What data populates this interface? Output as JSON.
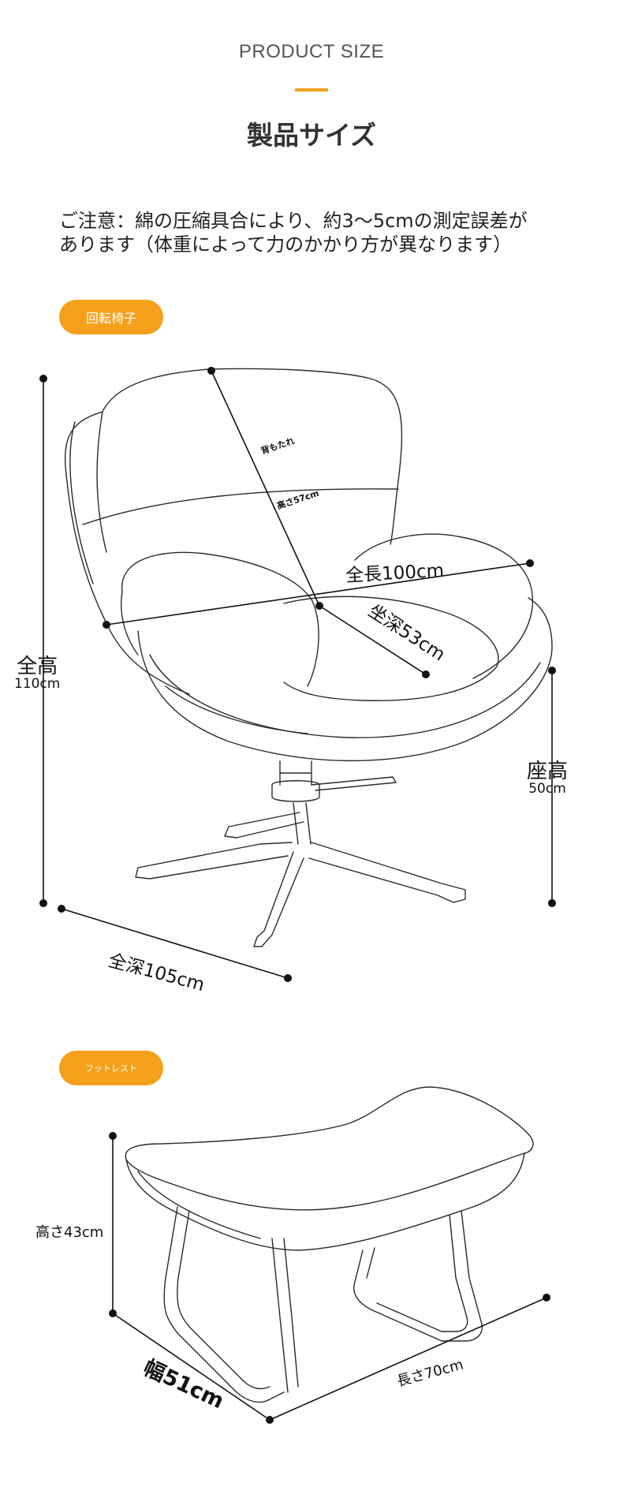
{
  "header": {
    "title_en": "PRODUCT SIZE",
    "title_jp": "製品サイズ"
  },
  "notice": {
    "line1": "ご注意：綿の圧縮具合により、約3〜5cmの測定誤差が",
    "line2": "あります（体重によって力のかかり方が異なります）"
  },
  "colors": {
    "accent": "#f5a01a"
  },
  "chair": {
    "tag": "回転椅子",
    "dimensions": {
      "back": "背もたれ",
      "back_height": "高さ57cm",
      "total_length": "全長100cm",
      "seat_depth": "坐深53cm",
      "total_height_label": "全高",
      "total_height_value": "110cm",
      "seat_height_label": "座高",
      "seat_height_value": "50cm",
      "total_depth": "全深105cm"
    }
  },
  "footrest": {
    "tag": "フットレスト",
    "dimensions": {
      "height": "高さ43cm",
      "width": "幅51cm",
      "length": "長さ70cm"
    }
  }
}
